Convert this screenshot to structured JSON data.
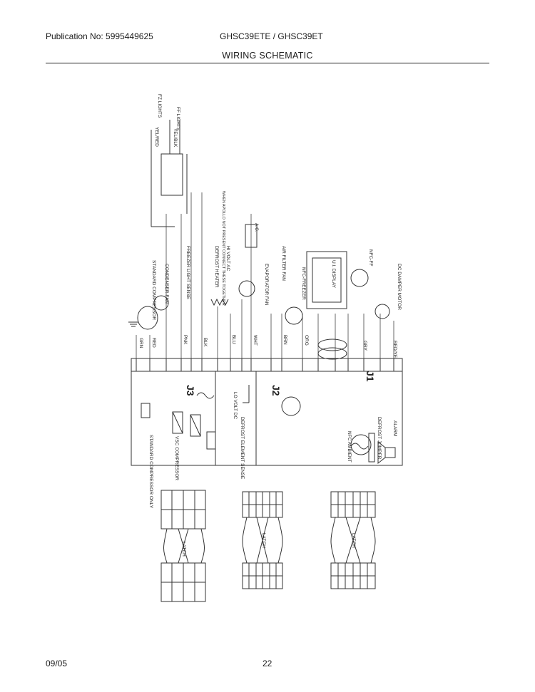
{
  "header": {
    "publication": "Publication No: 5995449625",
    "model": "GHSC39ETE / GHSC39ET",
    "title": "WIRING SCHEMATIC"
  },
  "footer": {
    "date": "09/05",
    "page_number": "22"
  },
  "diagram": {
    "boards": {
      "j1": "J1",
      "j2": "J2",
      "j3": "J3"
    },
    "components": {
      "ff_lights": "FF LIGHTS",
      "fz_lights": "FZ LIGHTS",
      "dc_damper_motor": "DC DAMPER MOTOR",
      "nfc_ff": "NFC-FF",
      "ui_display": "U.I. DISPLAY",
      "nfc_freezer": "NFC-FREEZER",
      "air_filter_fan": "AIR FILTER FAN",
      "evaporator_fan": "EVAPORATOR FAN",
      "condenser_fan": "CONDENSER FAN",
      "standard_compressor": "STANDARD COMPRESSOR",
      "defrost_heater": "DEFROST HEATER",
      "freezer_light": "FREEZER LIGHT SENSE",
      "alarm": "ALARM",
      "nfc_ambient": "NFC AMBIENT",
      "defrost_jumper": "DEFROST JUMPER",
      "defrost_element": "DEFROST ELEMENT SENSE",
      "standard_compressor_only": "STANDARD COMPRESSOR ONLY",
      "vsc_compressor": "VSC COMPRESSOR"
    },
    "notes": {
      "connect": "WHEN APOLLO NOT PRESENT CONNECT THESE TOGETHER",
      "ac_label": "A.C.",
      "lo_volt": "LO VOLT DC",
      "hi_volt": "HI VOLT AC",
      "latch": "LATCH"
    },
    "wire_colors": {
      "red_yel": "RED/YEL",
      "yel_red": "YEL/RED",
      "yel_blk": "YEL/BLK",
      "blk": "BLK",
      "org": "ORG",
      "gry": "GRY",
      "brn": "BRN",
      "wht": "WHT",
      "blu": "BLU",
      "pnk": "PNK",
      "red": "RED",
      "grn": "GRN"
    }
  }
}
